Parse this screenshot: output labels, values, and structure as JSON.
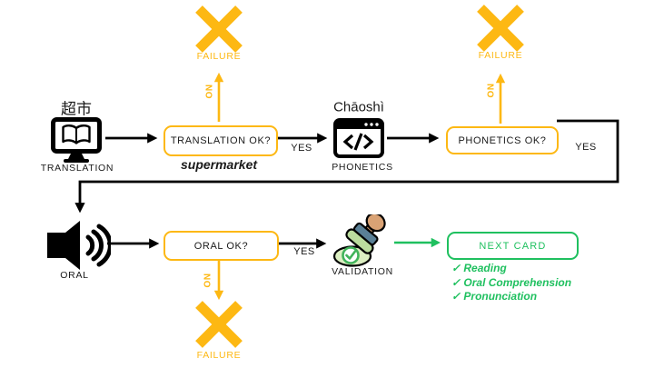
{
  "colors": {
    "ink": "#000000",
    "yellow": "#FDB813",
    "green": "#1FC05F",
    "text": "#1A1A1A"
  },
  "nodes": {
    "translation": {
      "title": "超市",
      "label": "TRANSLATION"
    },
    "phonetics": {
      "title": "Chāoshì",
      "label": "PHONETICS"
    },
    "oral": {
      "label": "ORAL"
    },
    "validation": {
      "label": "VALIDATION"
    }
  },
  "checks": {
    "translation": {
      "question": "TRANSLATION OK?",
      "hint": "supermarket"
    },
    "phonetics": {
      "question": "PHONETICS OK?"
    },
    "oral": {
      "question": "ORAL OK?"
    }
  },
  "edges": {
    "yes": "YES",
    "no": "NO"
  },
  "failure": {
    "label": "FAILURE"
  },
  "success": {
    "label": "NEXT CARD",
    "checklist": [
      "✓ Reading",
      "✓ Oral Comprehension",
      "✓ Pronunciation"
    ]
  }
}
